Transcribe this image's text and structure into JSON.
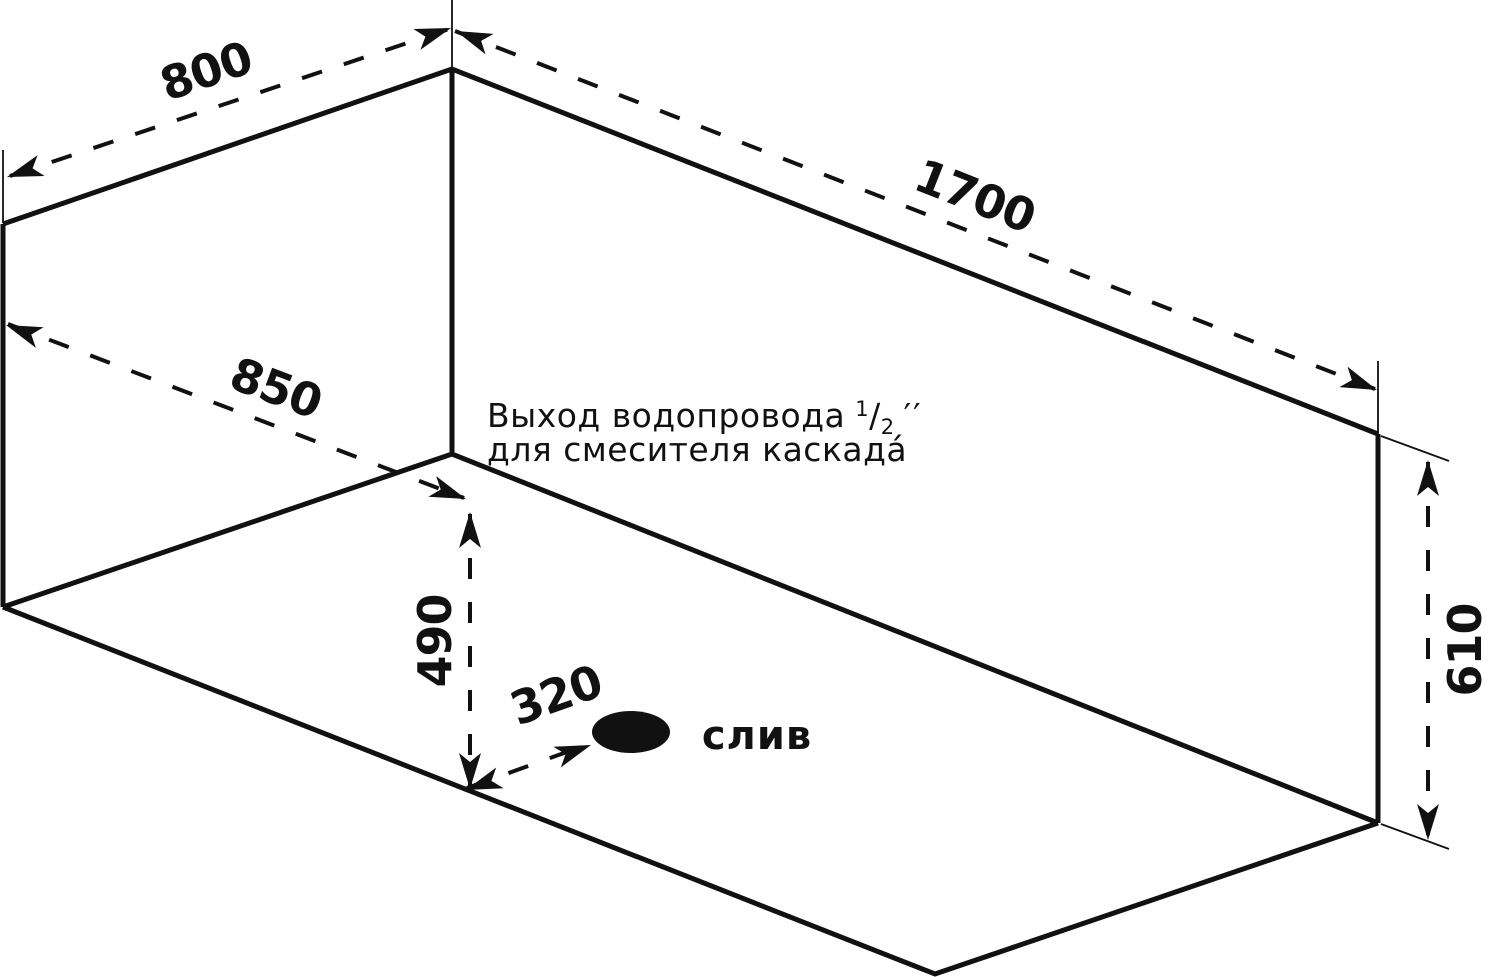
{
  "dimensions": {
    "width_top": "800",
    "length_top": "1700",
    "width_bottom": "850",
    "drain_distance": "490",
    "drain_offset": "320",
    "height": "610"
  },
  "note": {
    "line1": "Выход водопровода",
    "fraction_numerator": "1",
    "fraction_slash": "/",
    "fraction_denominator": "2",
    "inch_marks": "′′",
    "line2": "для смесителя каскада́"
  },
  "drain": {
    "label": "слив"
  },
  "colors": {
    "line": "#111111",
    "background": "#ffffff"
  }
}
